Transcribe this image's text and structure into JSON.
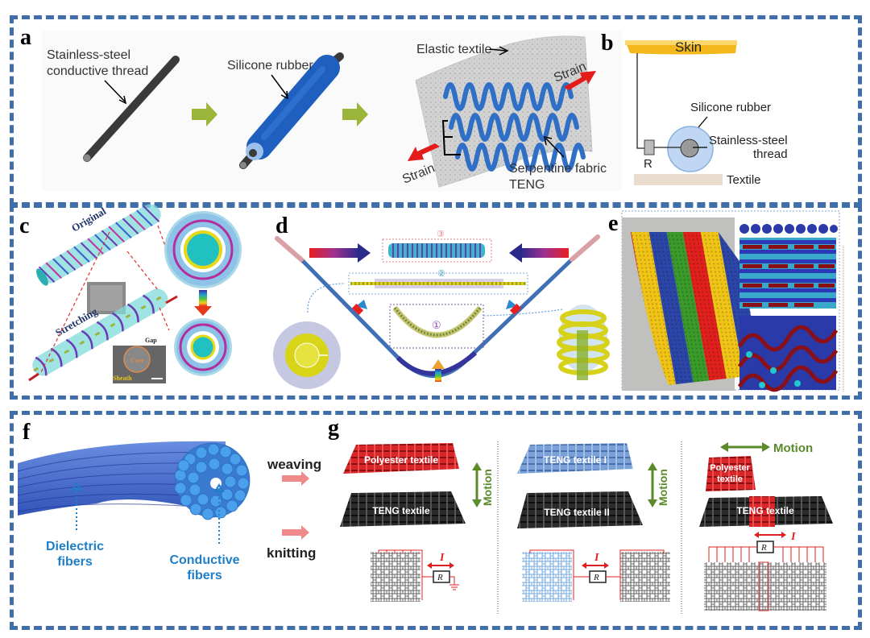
{
  "panels": {
    "a": {
      "label": "a",
      "thread_label_1": "Stainless-steel",
      "thread_label_2": "conductive thread",
      "rubber_label": "Silicone rubber",
      "textile_label": "Elastic textile",
      "strain_right": "Strain",
      "strain_left": "Strain",
      "teng_label_1": "Serpentine fabric",
      "teng_label_2": "TENG"
    },
    "b": {
      "label": "b",
      "skin": "Skin",
      "rubber": "Silicone rubber",
      "thread_1": "Stainless-steel",
      "thread_2": "thread",
      "resistor": "R",
      "textile": "Textile"
    },
    "c": {
      "label": "c",
      "original": "Original",
      "stretching": "Stretching",
      "gap": "Gap",
      "core": "Core",
      "sheath": "Sheath"
    },
    "d": {
      "label": "d",
      "stage_1": "①",
      "stage_2": "②",
      "stage_3": "③"
    },
    "e": {
      "label": "e"
    },
    "f": {
      "label": "f",
      "dielectric_1": "Dielectric",
      "dielectric_2": "fibers",
      "conductive_1": "Conductive",
      "conductive_2": "fibers",
      "weaving": "weaving",
      "knitting": "knitting"
    },
    "g": {
      "label": "g",
      "col1": {
        "top": "Polyester textile",
        "bottom": "TENG textile",
        "motion": "Motion",
        "current": "I",
        "resistor": "R"
      },
      "col2": {
        "top": "TENG textile I",
        "bottom": "TENG textile II",
        "motion": "Motion",
        "current": "I",
        "resistor": "R"
      },
      "col3": {
        "top_1": "Polyester",
        "top_2": "textile",
        "bottom": "TENG textile",
        "motion": "Motion",
        "current": "I",
        "resistor": "R"
      }
    }
  },
  "colors": {
    "border": "#3f6ea8",
    "arrow_green": "#9ab53a",
    "strain_red": "#e31b1b",
    "rubber_blue": "#1f5fbf",
    "fiber_blue": "#2c8fd6",
    "motion_green": "#5a8a2a"
  }
}
